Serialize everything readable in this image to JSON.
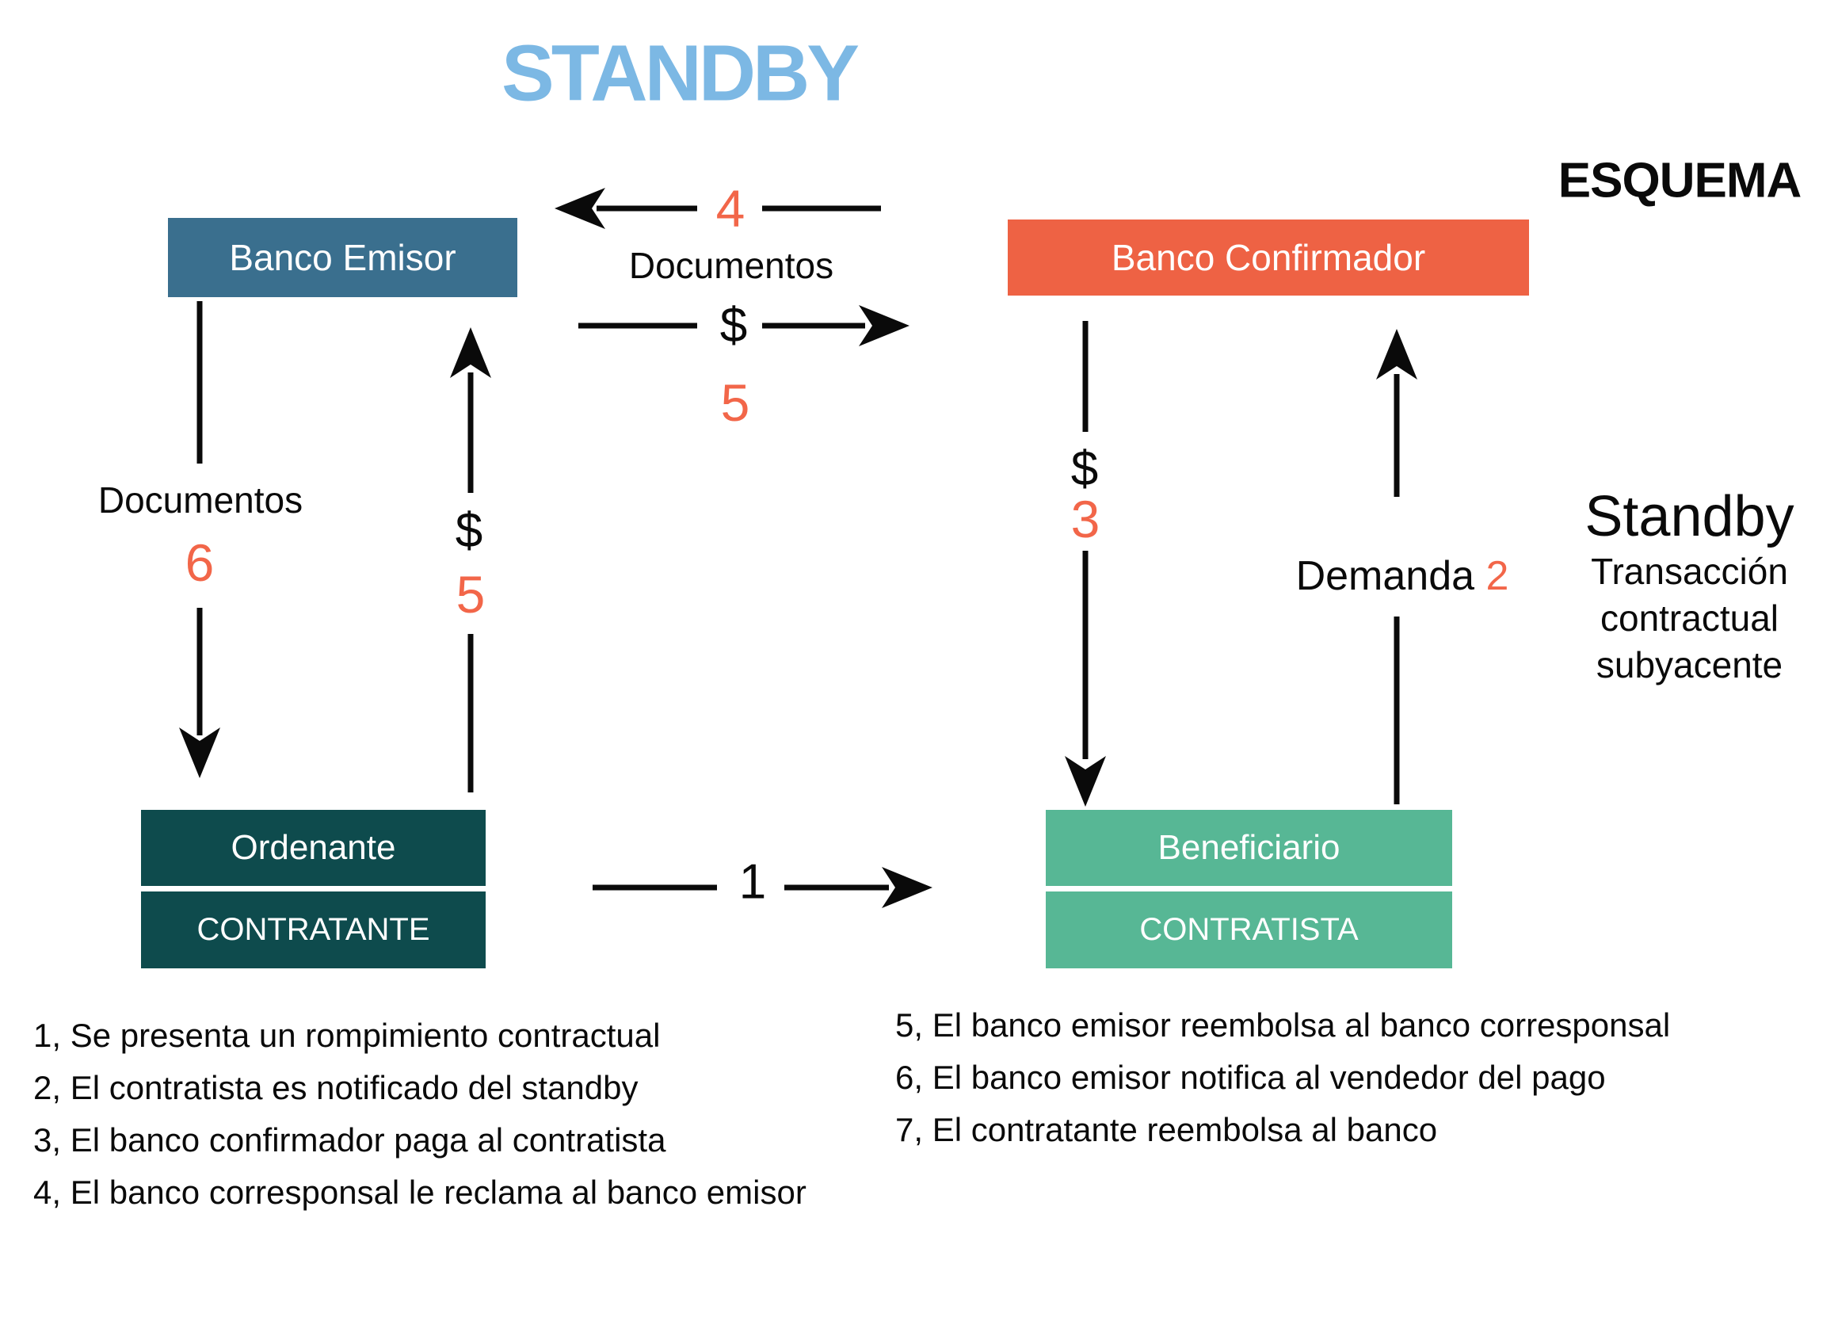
{
  "title": {
    "text": "STANDBY",
    "color": "#7CB8E4"
  },
  "corner_heading": "ESQUEMA",
  "colors": {
    "title_blue": "#7CB8E4",
    "banco_emisor_bg": "#3A6F8E",
    "banco_confirmador_bg": "#EE6244",
    "ordenante_bg": "#0E4B4D",
    "beneficiario_bg": "#57B795",
    "accent_orange": "#F26649",
    "arrow_black": "#0a0a0a"
  },
  "nodes": {
    "banco_emisor": {
      "label": "Banco Emisor"
    },
    "banco_confirmador": {
      "label": "Banco Confirmador"
    },
    "ordenante": {
      "title": "Ordenante",
      "subtitle": "CONTRATANTE"
    },
    "beneficiario": {
      "title": "Beneficiario",
      "subtitle": "CONTRATISTA"
    }
  },
  "edges": {
    "docs_confirmador_a_emisor": {
      "number": "4",
      "label": "Documentos"
    },
    "pago_emisor_a_confirmador": {
      "symbol": "$",
      "number": "5"
    },
    "docs_emisor_a_ordenante": {
      "label": "Documentos",
      "number": "6"
    },
    "reembolso_ordenante_a_emisor": {
      "symbol": "$",
      "number": "5"
    },
    "pago_confirmador_a_beneficiario": {
      "symbol": "$",
      "number": "3"
    },
    "demanda_beneficiario_a_confirmador": {
      "label": "Demanda",
      "number": "2"
    },
    "contrato_ordenante_a_beneficiario": {
      "number": "1"
    }
  },
  "side_note": {
    "heading": "Standby",
    "line1": "Transacción",
    "line2": "contractual",
    "line3": "subyacente"
  },
  "legend_left": [
    "1, Se presenta un rompimiento contractual",
    "2, El contratista es notificado del standby",
    "3, El banco confirmador paga al contratista",
    "4, El banco corresponsal le reclama al banco emisor"
  ],
  "legend_right": [
    "5, El banco emisor reembolsa al banco corresponsal",
    "6, El banco emisor notifica al vendedor del pago",
    "7, El contratante reembolsa al banco"
  ]
}
